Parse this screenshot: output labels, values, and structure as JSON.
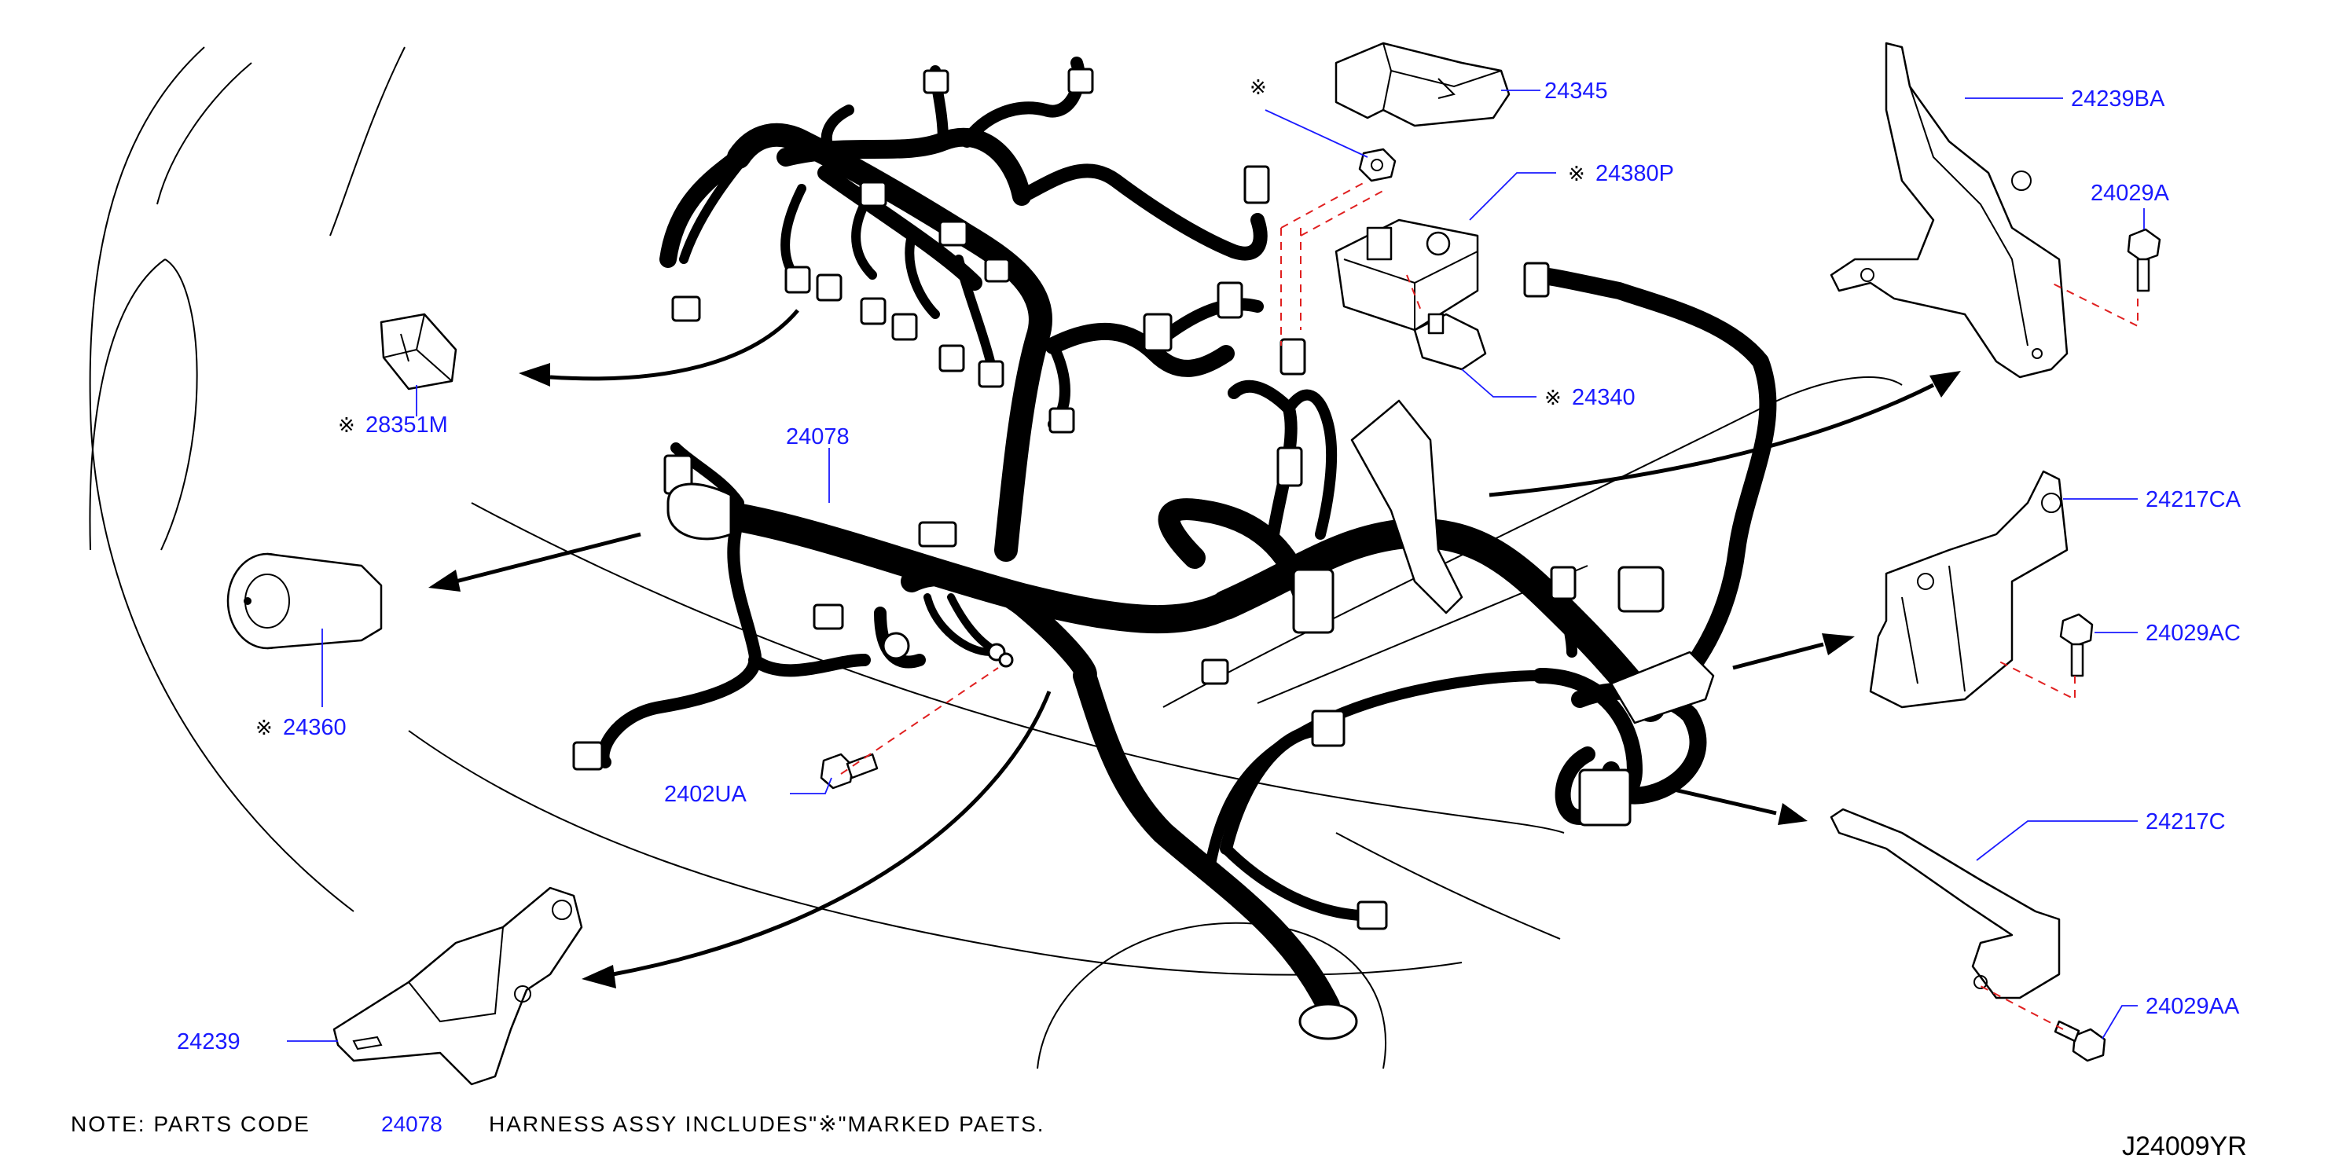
{
  "diagram_code": "J24009YR",
  "note": {
    "prefix": "NOTE:  PARTS  CODE",
    "code": "24078",
    "suffix": "HARNESS  ASSY  INCLUDES\"※\"MARKED  PAETS."
  },
  "mark_symbol": "※",
  "labels": {
    "p24345": "24345",
    "p24380p": "24380P",
    "p24340": "24340",
    "p28351m": "28351M",
    "p24078": "24078",
    "p24360": "24360",
    "p2402ua": "2402UA",
    "p24239": "24239",
    "p24239ba": "24239BA",
    "p24029a": "24029A",
    "p24217ca": "24217CA",
    "p24029ac": "24029AC",
    "p24217c": "24217C",
    "p24029aa": "24029AA"
  }
}
